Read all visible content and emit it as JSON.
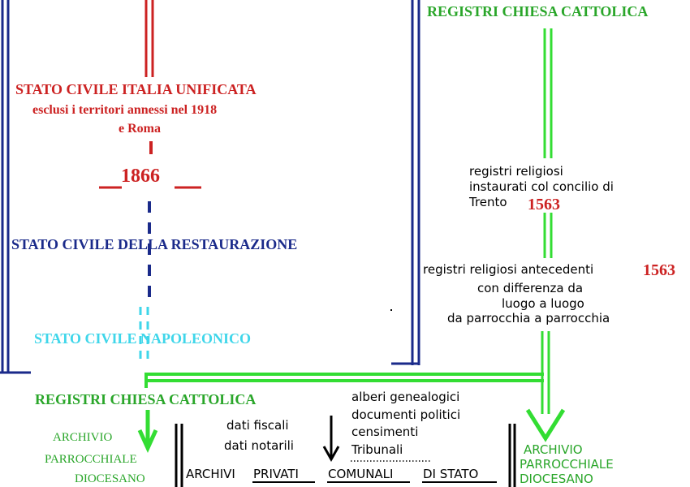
{
  "colors": {
    "red": "#cc2222",
    "navy": "#1a2a8a",
    "cyan": "#3fd6ea",
    "green": "#33dd33",
    "green_text": "#2aa62a",
    "black": "#000000"
  },
  "left_branch": {
    "stato_civile_italia": "STATO CIVILE ITALIA UNIFICATA",
    "esclusi": "esclusi i territori annessi nel 1918",
    "roma": "e Roma",
    "year_1866": "1866",
    "restaurazione": "STATO CIVILE DELLA RESTAURAZIONE",
    "napoleonico": "STATO CIVILE NAPOLEONICO",
    "registri_chiesa": "REGISTRI CHIESA CATTOLICA",
    "archivio_line1": "ARCHIVIO",
    "archivio_line2": "PARROCCHIALE",
    "archivio_line3": "DIOCESANO"
  },
  "right_branch": {
    "registri_chiesa_top": "REGISTRI CHIESA CATTOLICA",
    "reg_religiosi_1": "registri religiosi",
    "reg_religiosi_2": "instaurati col concilio di",
    "reg_religiosi_3": "Trento",
    "year_1563_a": "1563",
    "antecedenti": "registri religiosi antecedenti",
    "year_1563_b": "1563",
    "differenza_1": "con differenza da",
    "differenza_2": "luogo a luogo",
    "differenza_3": "da parrocchia a parrocchia",
    "archivio_line1": "ARCHIVIO",
    "archivio_line2": "PARROCCHIALE",
    "archivio_line3": "DIOCESANO"
  },
  "middle": {
    "dati_fiscali": "dati fiscali",
    "dati_notarili": "dati notarili",
    "alberi": "alberi genealogici",
    "documenti": "documenti politici",
    "censimenti": "censimenti",
    "tribunali": "Tribunali",
    "archivi": "ARCHIVI",
    "privati": "PRIVATI",
    "comunali": "COMUNALI",
    "di_stato": "DI STATO"
  }
}
